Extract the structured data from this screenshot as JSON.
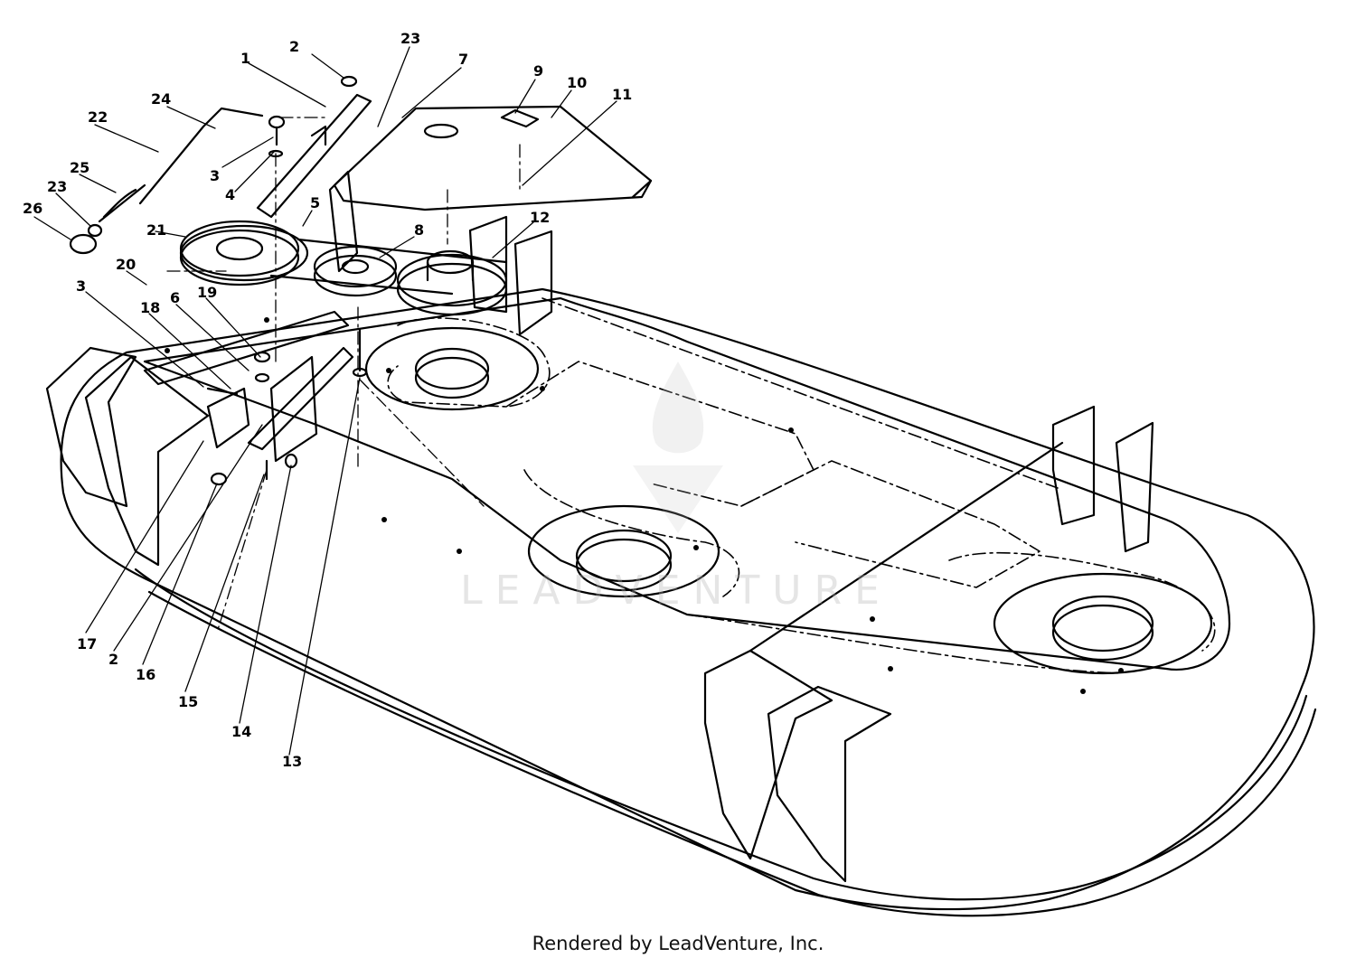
{
  "callouts": [
    {
      "label": "1"
    },
    {
      "label": "2"
    },
    {
      "label": "23"
    },
    {
      "label": "7"
    },
    {
      "label": "9"
    },
    {
      "label": "10"
    },
    {
      "label": "11"
    },
    {
      "label": "24"
    },
    {
      "label": "22"
    },
    {
      "label": "3"
    },
    {
      "label": "4"
    },
    {
      "label": "25"
    },
    {
      "label": "23"
    },
    {
      "label": "26"
    },
    {
      "label": "5"
    },
    {
      "label": "21"
    },
    {
      "label": "8"
    },
    {
      "label": "12"
    },
    {
      "label": "20"
    },
    {
      "label": "3"
    },
    {
      "label": "18"
    },
    {
      "label": "6"
    },
    {
      "label": "19"
    },
    {
      "label": "17"
    },
    {
      "label": "2"
    },
    {
      "label": "16"
    },
    {
      "label": "15"
    },
    {
      "label": "14"
    },
    {
      "label": "13"
    }
  ],
  "watermark": "LEADVENTURE",
  "footer": "Rendered by LeadVenture, Inc.",
  "colors": {
    "line": "#000000",
    "background": "#ffffff",
    "watermark": "#b4b4b4"
  }
}
